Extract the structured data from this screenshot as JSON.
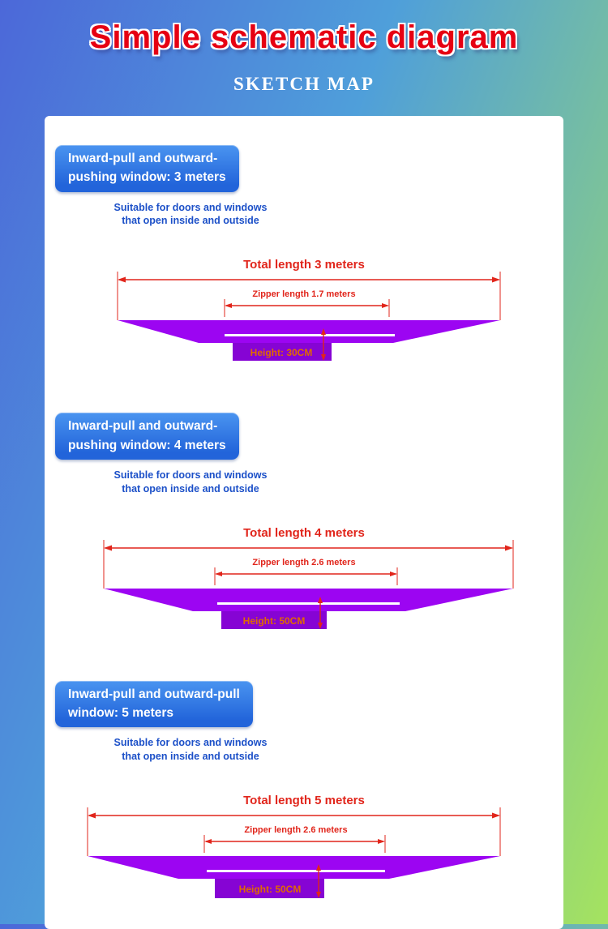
{
  "header": {
    "title": "Simple schematic diagram",
    "subtitle": "SKETCH MAP"
  },
  "colors": {
    "title_red": "#e60012",
    "pill_blue": "#2264da",
    "text_blue": "#1c50c8",
    "dimension_red": "#e1251b",
    "awning_purple": "#9c05f2",
    "height_orange": "#e06a00"
  },
  "sections": [
    {
      "button_label": "Inward-pull and outward-\npushing window: 3 meters",
      "subtitle": "Suitable for doors and windows\nthat open inside and outside",
      "total_label": "Total length 3 meters",
      "zipper_label": "Zipper length 1.7 meters",
      "height_label": "Height: 30CM"
    },
    {
      "button_label": "Inward-pull and outward-\npushing window: 4 meters",
      "subtitle": "Suitable for doors and windows\nthat open inside and outside",
      "total_label": "Total length 4 meters",
      "zipper_label": "Zipper length 2.6 meters",
      "height_label": "Height: 50CM"
    },
    {
      "button_label": "Inward-pull and outward-pull\nwindow: 5 meters",
      "subtitle": "Suitable for doors and windows\nthat open inside and outside",
      "total_label": "Total length 5 meters",
      "zipper_label": "Zipper length 2.6 meters",
      "height_label": "Height: 50CM"
    }
  ]
}
